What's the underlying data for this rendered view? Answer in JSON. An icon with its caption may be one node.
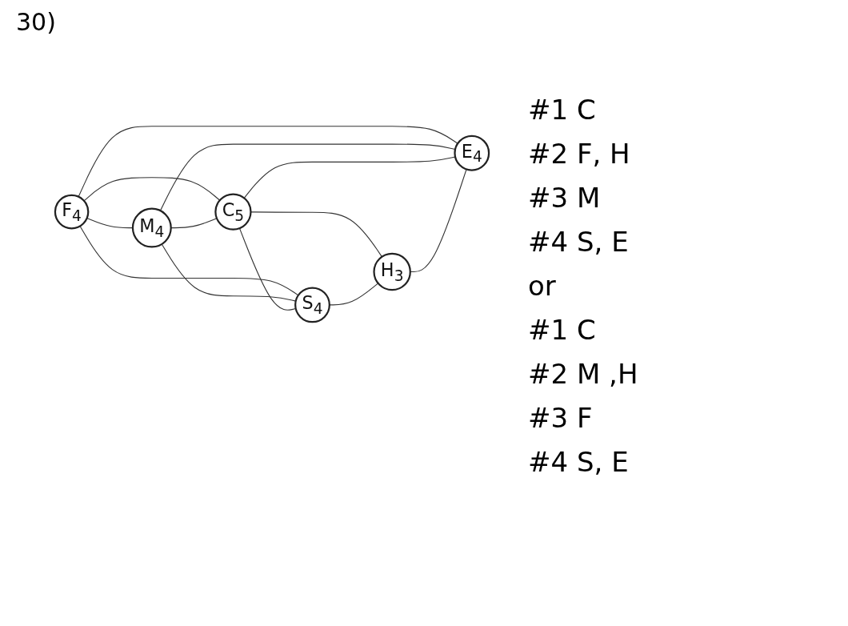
{
  "diagram": {
    "nodes": [
      {
        "text": [
          "F",
          "4"
        ]
      },
      {
        "text": [
          "M",
          "4"
        ]
      },
      {
        "text": [
          "C",
          "5"
        ]
      },
      {
        "text": [
          "H",
          "3"
        ]
      },
      {
        "text": [
          "S",
          "4"
        ]
      },
      {
        "text": [
          "E",
          "4"
        ]
      }
    ],
    "edges": [
      {
        "from": 0,
        "to": 1,
        "arrow": "none"
      },
      {
        "from": 0,
        "to": 2,
        "arrow": "none"
      },
      {
        "from": 0,
        "to": 4,
        "arrow": "none"
      },
      {
        "from": 0,
        "to": 5,
        "arrow": "none"
      },
      {
        "from": 1,
        "to": 2,
        "arrow": "none"
      },
      {
        "from": 1,
        "to": 4,
        "arrow": "none"
      },
      {
        "from": 1,
        "to": 5,
        "arrow": "none"
      },
      {
        "from": 2,
        "to": 3,
        "arrow": "none"
      },
      {
        "from": 2,
        "to": 5,
        "arrow": "none"
      },
      {
        "from": 2,
        "to": 4,
        "arrow": "none"
      },
      {
        "from": 4,
        "to": 3,
        "arrow": "none"
      },
      {
        "from": 3,
        "to": 5,
        "arrow": "none"
      }
    ],
    "labels": [
      "30)",
      "#1 C",
      "#2 F, H",
      "#3 M",
      "#4 S, E",
      "or",
      "#1 C",
      "#2 M ,H",
      "#3 F",
      "#4 S, E"
    ]
  }
}
